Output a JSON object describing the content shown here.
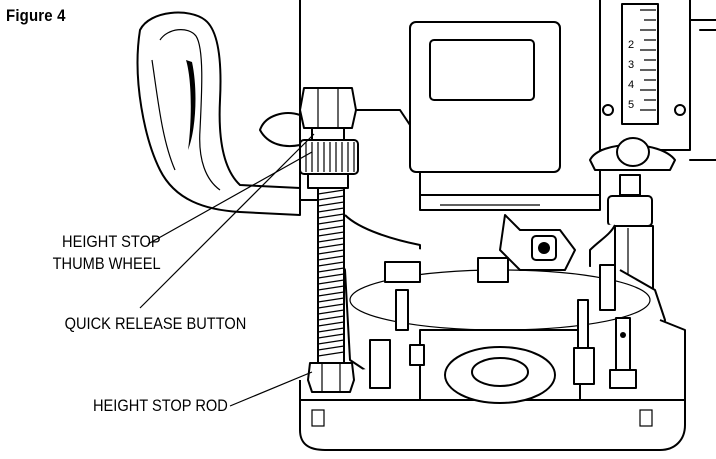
{
  "figure": {
    "label": "Figure 4"
  },
  "callouts": {
    "thumb_wheel_line1": "HEIGHT STOP",
    "thumb_wheel_line2": "THUMB WHEEL",
    "quick_release": "QUICK RELEASE BUTTON",
    "stop_rod": "HEIGHT STOP ROD"
  },
  "scale": {
    "numbers": [
      "2",
      "3",
      "4",
      "5"
    ]
  },
  "colors": {
    "ink": "#000000",
    "paper": "#ffffff"
  }
}
